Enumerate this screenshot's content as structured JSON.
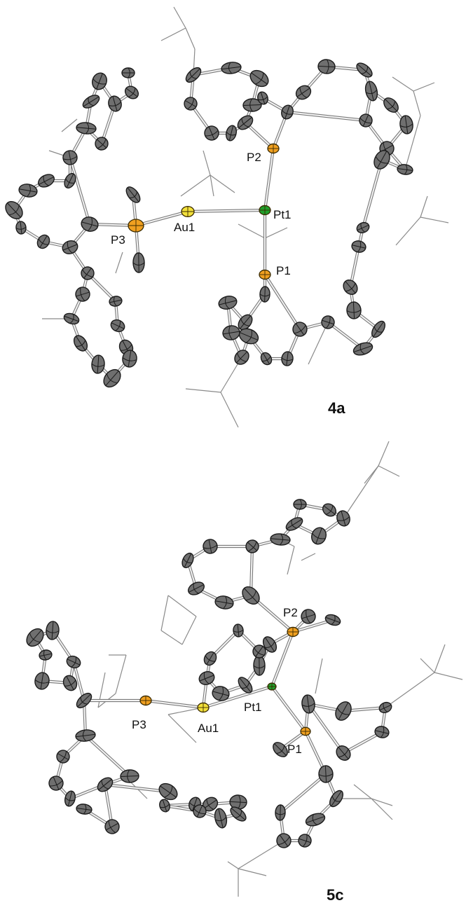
{
  "figures": [
    {
      "caption": "4a",
      "atoms": [
        {
          "key": "P2",
          "label": "P2",
          "element": "P"
        },
        {
          "key": "Pt1",
          "label": "Pt1",
          "element": "Pt"
        },
        {
          "key": "Au1",
          "label": "Au1",
          "element": "Au"
        },
        {
          "key": "P3",
          "label": "P3",
          "element": "P"
        },
        {
          "key": "P1",
          "label": "P1",
          "element": "P"
        }
      ]
    },
    {
      "caption": "5c",
      "atoms": [
        {
          "key": "P2",
          "label": "P2",
          "element": "P"
        },
        {
          "key": "Pt1",
          "label": "Pt1",
          "element": "Pt"
        },
        {
          "key": "Au1",
          "label": "Au1",
          "element": "Au"
        },
        {
          "key": "P3",
          "label": "P3",
          "element": "P"
        },
        {
          "key": "P1",
          "label": "P1",
          "element": "P"
        }
      ]
    }
  ],
  "element_colors": {
    "P": "#f0a020",
    "Pt": "#1f9e2a",
    "Au": "#f2e03a",
    "C": "#6f6f6f"
  }
}
